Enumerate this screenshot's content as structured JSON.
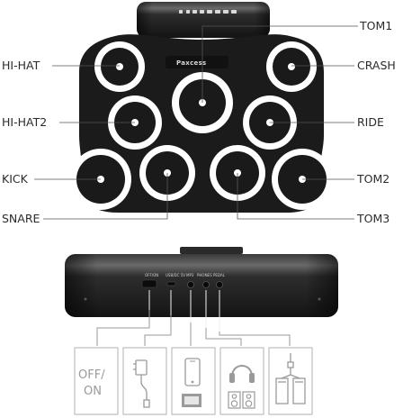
{
  "labels": {
    "hihat": "HI-HAT",
    "hihat2": "HI-HAT2",
    "kick": "KICK",
    "snare": "SNARE",
    "tom1": "TOM1",
    "crash": "CRASH",
    "ride": "RIDE",
    "tom2": "TOM2",
    "tom3": "TOM3"
  },
  "brand": "Paxcess",
  "ports": {
    "onoff": "OFF/ON",
    "usb": "USB/DC 5V",
    "mp3": "MP3",
    "phones": "PHONES",
    "pedal": "PEDAL"
  },
  "icons": {
    "power_label_top": "OFF/",
    "power_label_bottom": "ON",
    "adapter": "power-adapter-icon",
    "phone": "phone-icon",
    "headphones": "headphones-icon",
    "pedals": "pedals-icon"
  },
  "colors": {
    "pad_body": "#1c1c1c",
    "pad_ring": "#ffffff",
    "label_text": "#2b2b2b",
    "icon_gray": "#a8a8a8"
  }
}
